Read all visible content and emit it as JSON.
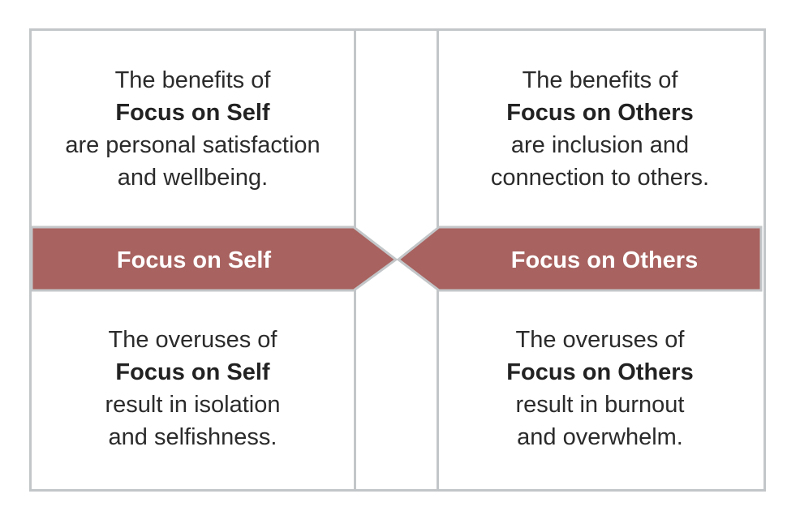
{
  "colors": {
    "band": "#a8625f",
    "grid_line": "#c3c6c8",
    "text": "#2b2b2b",
    "band_text": "#ffffff"
  },
  "band": {
    "left_label": "Focus on Self",
    "right_label": "Focus on Others"
  },
  "cells": {
    "top_left": {
      "line1": "The benefits of",
      "line2": "Focus on Self",
      "line3": "are personal satisfaction",
      "line4": "and wellbeing."
    },
    "top_right": {
      "line1": "The benefits of",
      "line2": "Focus on Others",
      "line3": "are inclusion and",
      "line4": "connection to others."
    },
    "bottom_left": {
      "line1": "The overuses of",
      "line2": "Focus on Self",
      "line3": "result in isolation",
      "line4": "and selfishness."
    },
    "bottom_right": {
      "line1": "The overuses of",
      "line2": "Focus on Others",
      "line3": "result in burnout",
      "line4": "and overwhelm."
    }
  }
}
